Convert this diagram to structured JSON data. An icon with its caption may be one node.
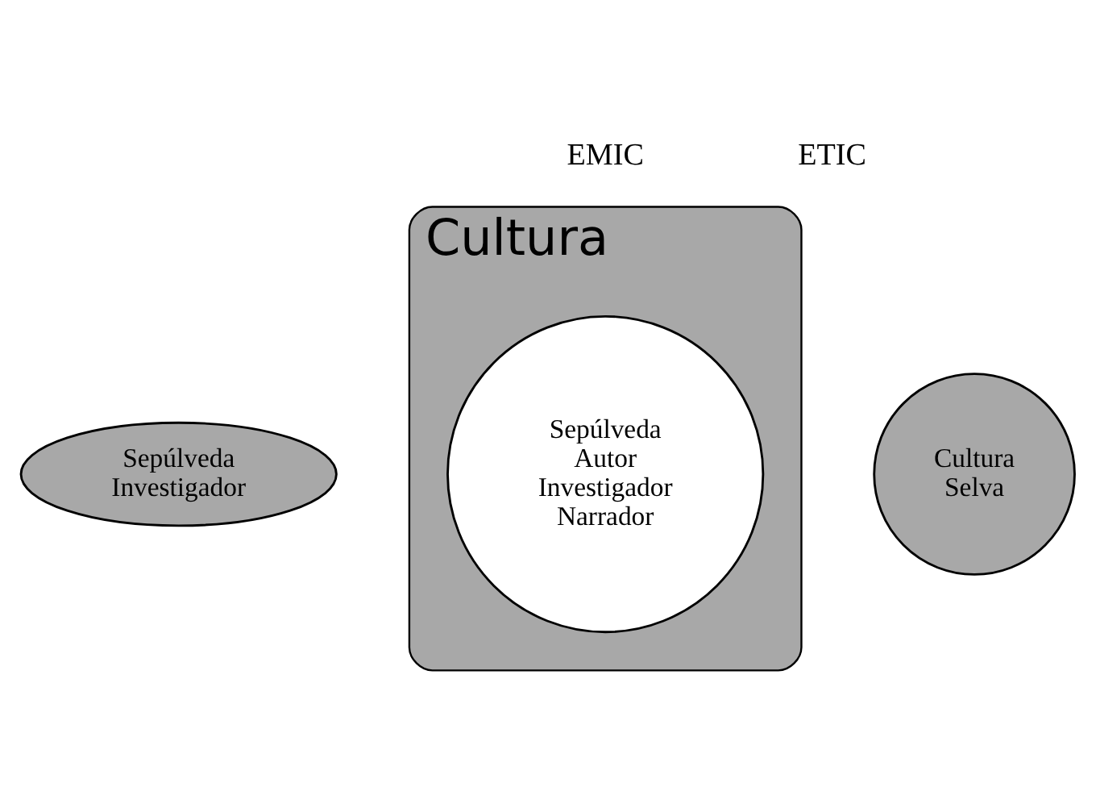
{
  "diagram": {
    "nodes": [
      {
        "text": [
          "Sepúlveda Investigador"
        ]
      },
      {
        "text": [
          "Cultura"
        ]
      },
      {
        "text": [
          "Sepúlveda Autor Investigador Narrador"
        ],
        "in": 1
      },
      {
        "text": [
          "Cultura Selva"
        ]
      }
    ],
    "labels": [
      "EMIC",
      "ETIC"
    ]
  }
}
